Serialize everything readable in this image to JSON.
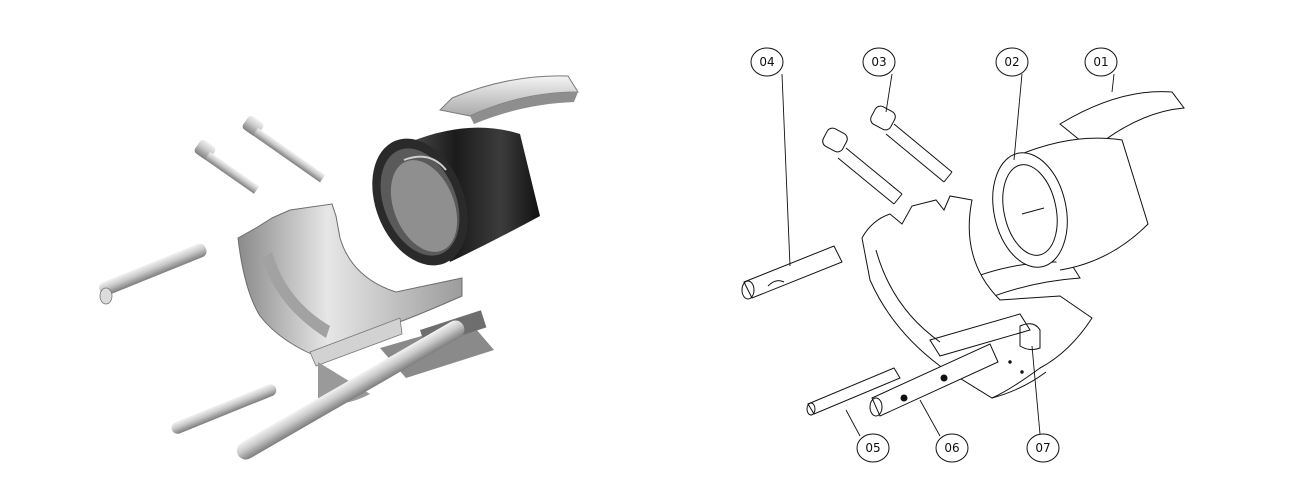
{
  "callouts": [
    {
      "id": "c01",
      "label": "01"
    },
    {
      "id": "c02",
      "label": "02"
    },
    {
      "id": "c03",
      "label": "03"
    },
    {
      "id": "c04",
      "label": "04"
    },
    {
      "id": "c05",
      "label": "05"
    },
    {
      "id": "c06",
      "label": "06"
    },
    {
      "id": "c07",
      "label": "07"
    }
  ],
  "colors": {
    "metal_light": "#e4e4e4",
    "metal_mid": "#b9b9b9",
    "metal_dark": "#6e6e6e",
    "sleeve_dark": "#1a1a1a",
    "line": "#111111"
  }
}
